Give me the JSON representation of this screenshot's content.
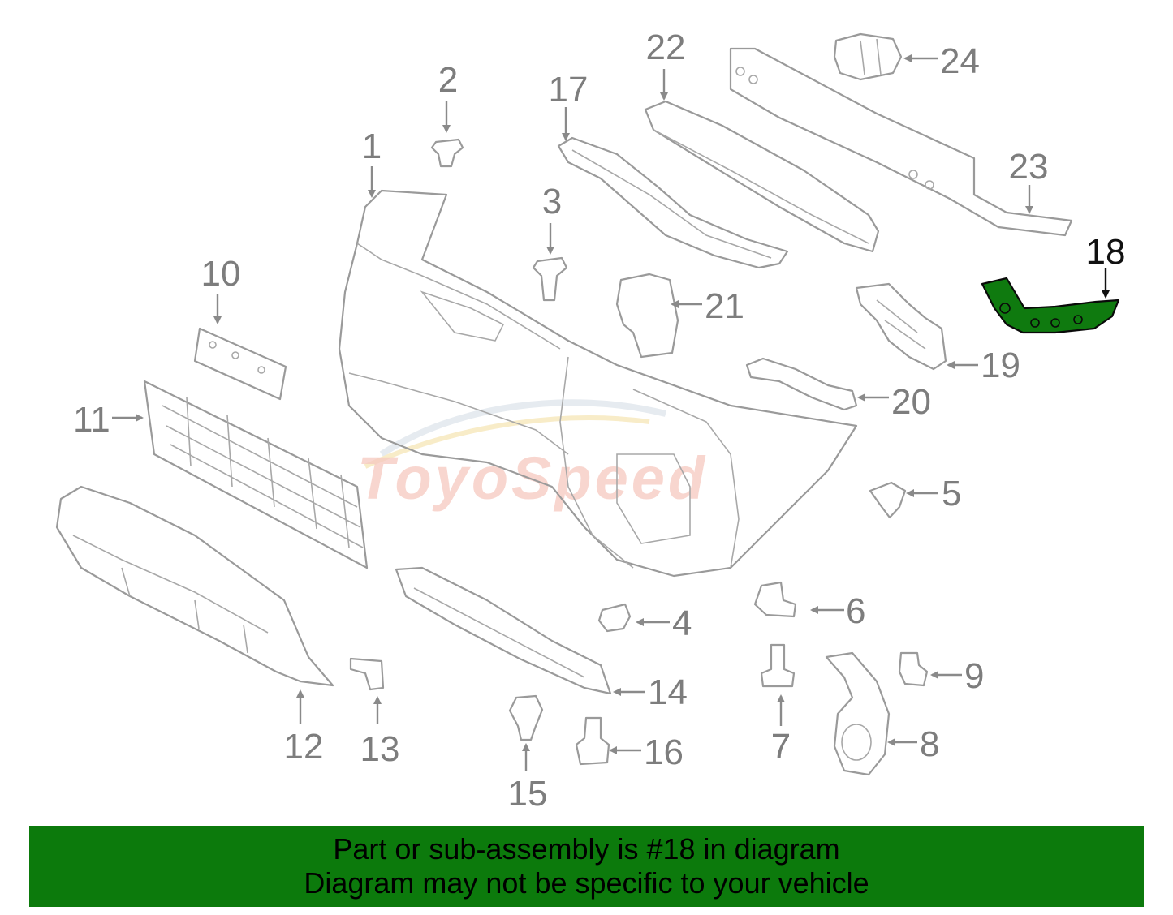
{
  "callouts": [
    "1",
    "2",
    "3",
    "4",
    "5",
    "6",
    "7",
    "8",
    "9",
    "10",
    "11",
    "12",
    "13",
    "14",
    "15",
    "16",
    "17",
    "18",
    "19",
    "20",
    "21",
    "22",
    "23",
    "24"
  ],
  "highlighted_part": "18",
  "watermark": {
    "text": "ToyoSpeed"
  },
  "banner": {
    "line1": "Part or sub-assembly is #18 in diagram",
    "line2": "Diagram may not be specific to your vehicle"
  },
  "colors": {
    "highlight": "#0f7a0f",
    "banner": "#0c7a0c",
    "line_art": "#9a9a9a"
  }
}
